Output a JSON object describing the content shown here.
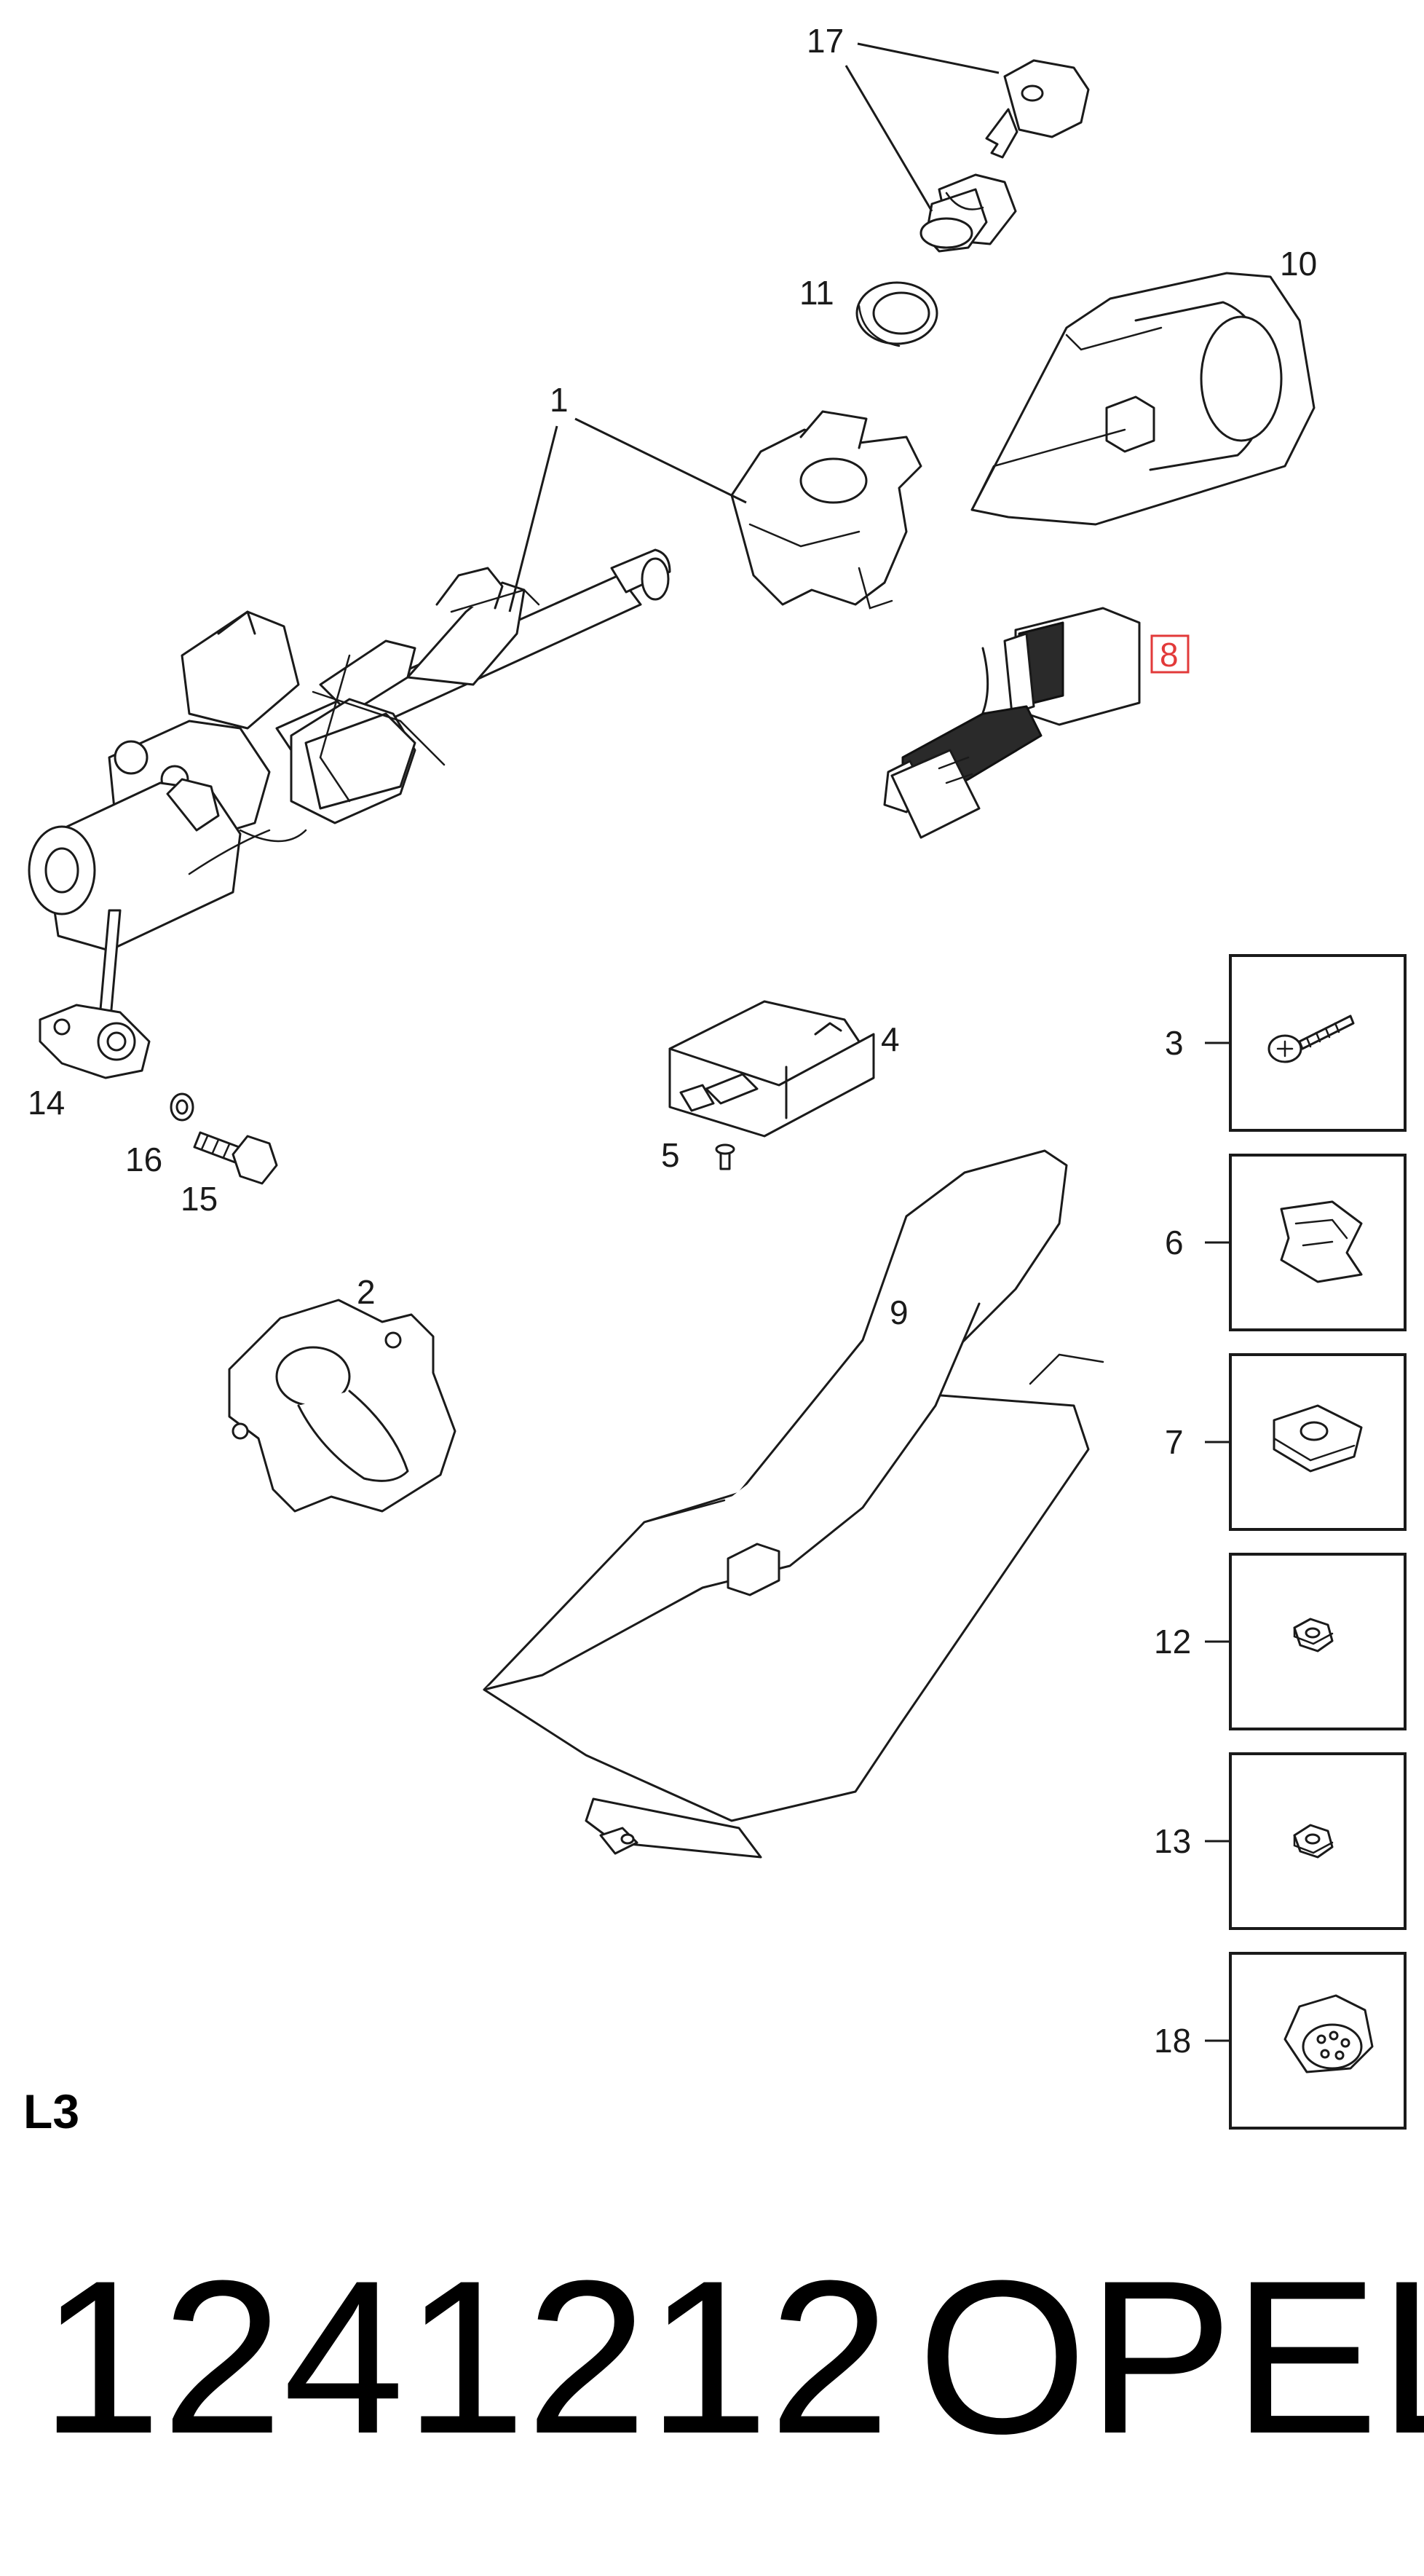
{
  "callouts": {
    "c1": "1",
    "c2": "2",
    "c3": "3",
    "c4": "4",
    "c5": "5",
    "c6": "6",
    "c7": "7",
    "c8": "8",
    "c9": "9",
    "c10": "10",
    "c11": "11",
    "c12": "12",
    "c13": "13",
    "c14": "14",
    "c15": "15",
    "c16": "16",
    "c17": "17",
    "c18": "18"
  },
  "section_code": "L3",
  "part_number": "1241212",
  "brand": "OPEL",
  "colors": {
    "line": "#1a1a1a",
    "highlight": "#e23a3a",
    "background": "#ffffff"
  }
}
